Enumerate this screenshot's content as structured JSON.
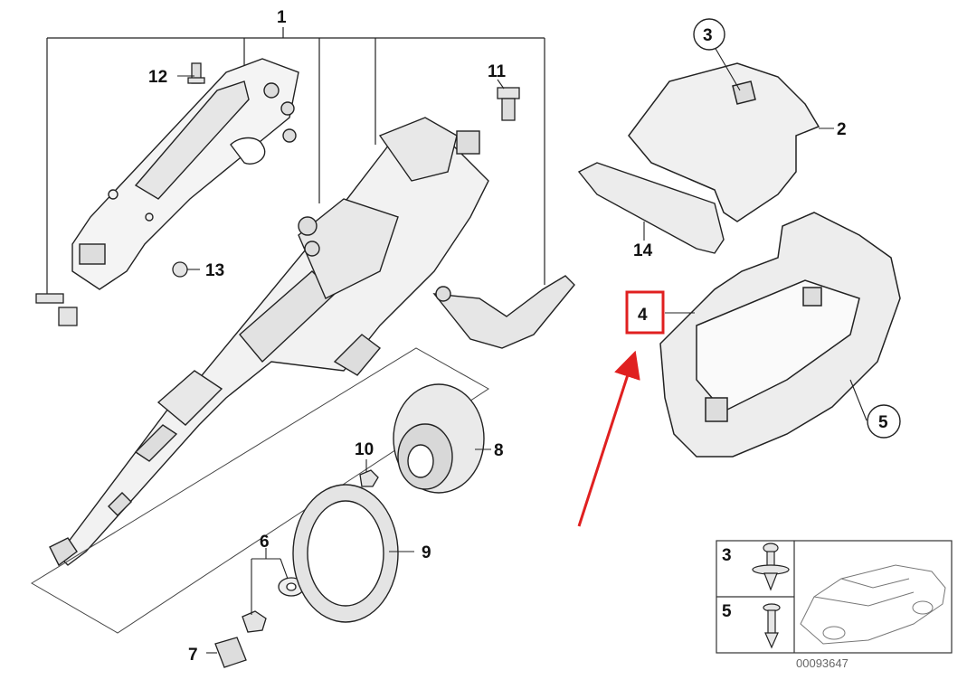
{
  "diagram": {
    "callouts": {
      "c1": "1",
      "c2": "2",
      "c3": "3",
      "c4": "4",
      "c5": "5",
      "c6": "6",
      "c7": "7",
      "c8": "8",
      "c9": "9",
      "c10": "10",
      "c11": "11",
      "c12": "12",
      "c13": "13",
      "c14": "14"
    },
    "inset": {
      "row1": "3",
      "row2": "5"
    },
    "reference_number": "00093647",
    "highlight_color": "#e02020",
    "line_color": "#222222"
  }
}
